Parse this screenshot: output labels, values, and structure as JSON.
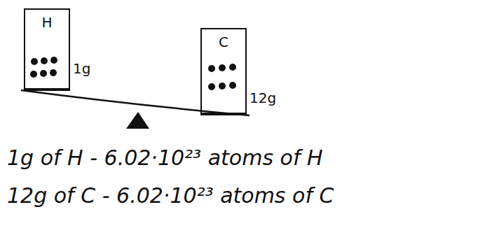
{
  "diagram": {
    "nodes": [
      {
        "text": [
          "H",
          "1g"
        ]
      },
      {
        "text": [
          "C",
          "12g"
        ]
      }
    ],
    "labels": [
      "1g of H - 6.02·10²³ atoms of H",
      "12g of C - 6.02·10²³ atoms of C"
    ]
  }
}
